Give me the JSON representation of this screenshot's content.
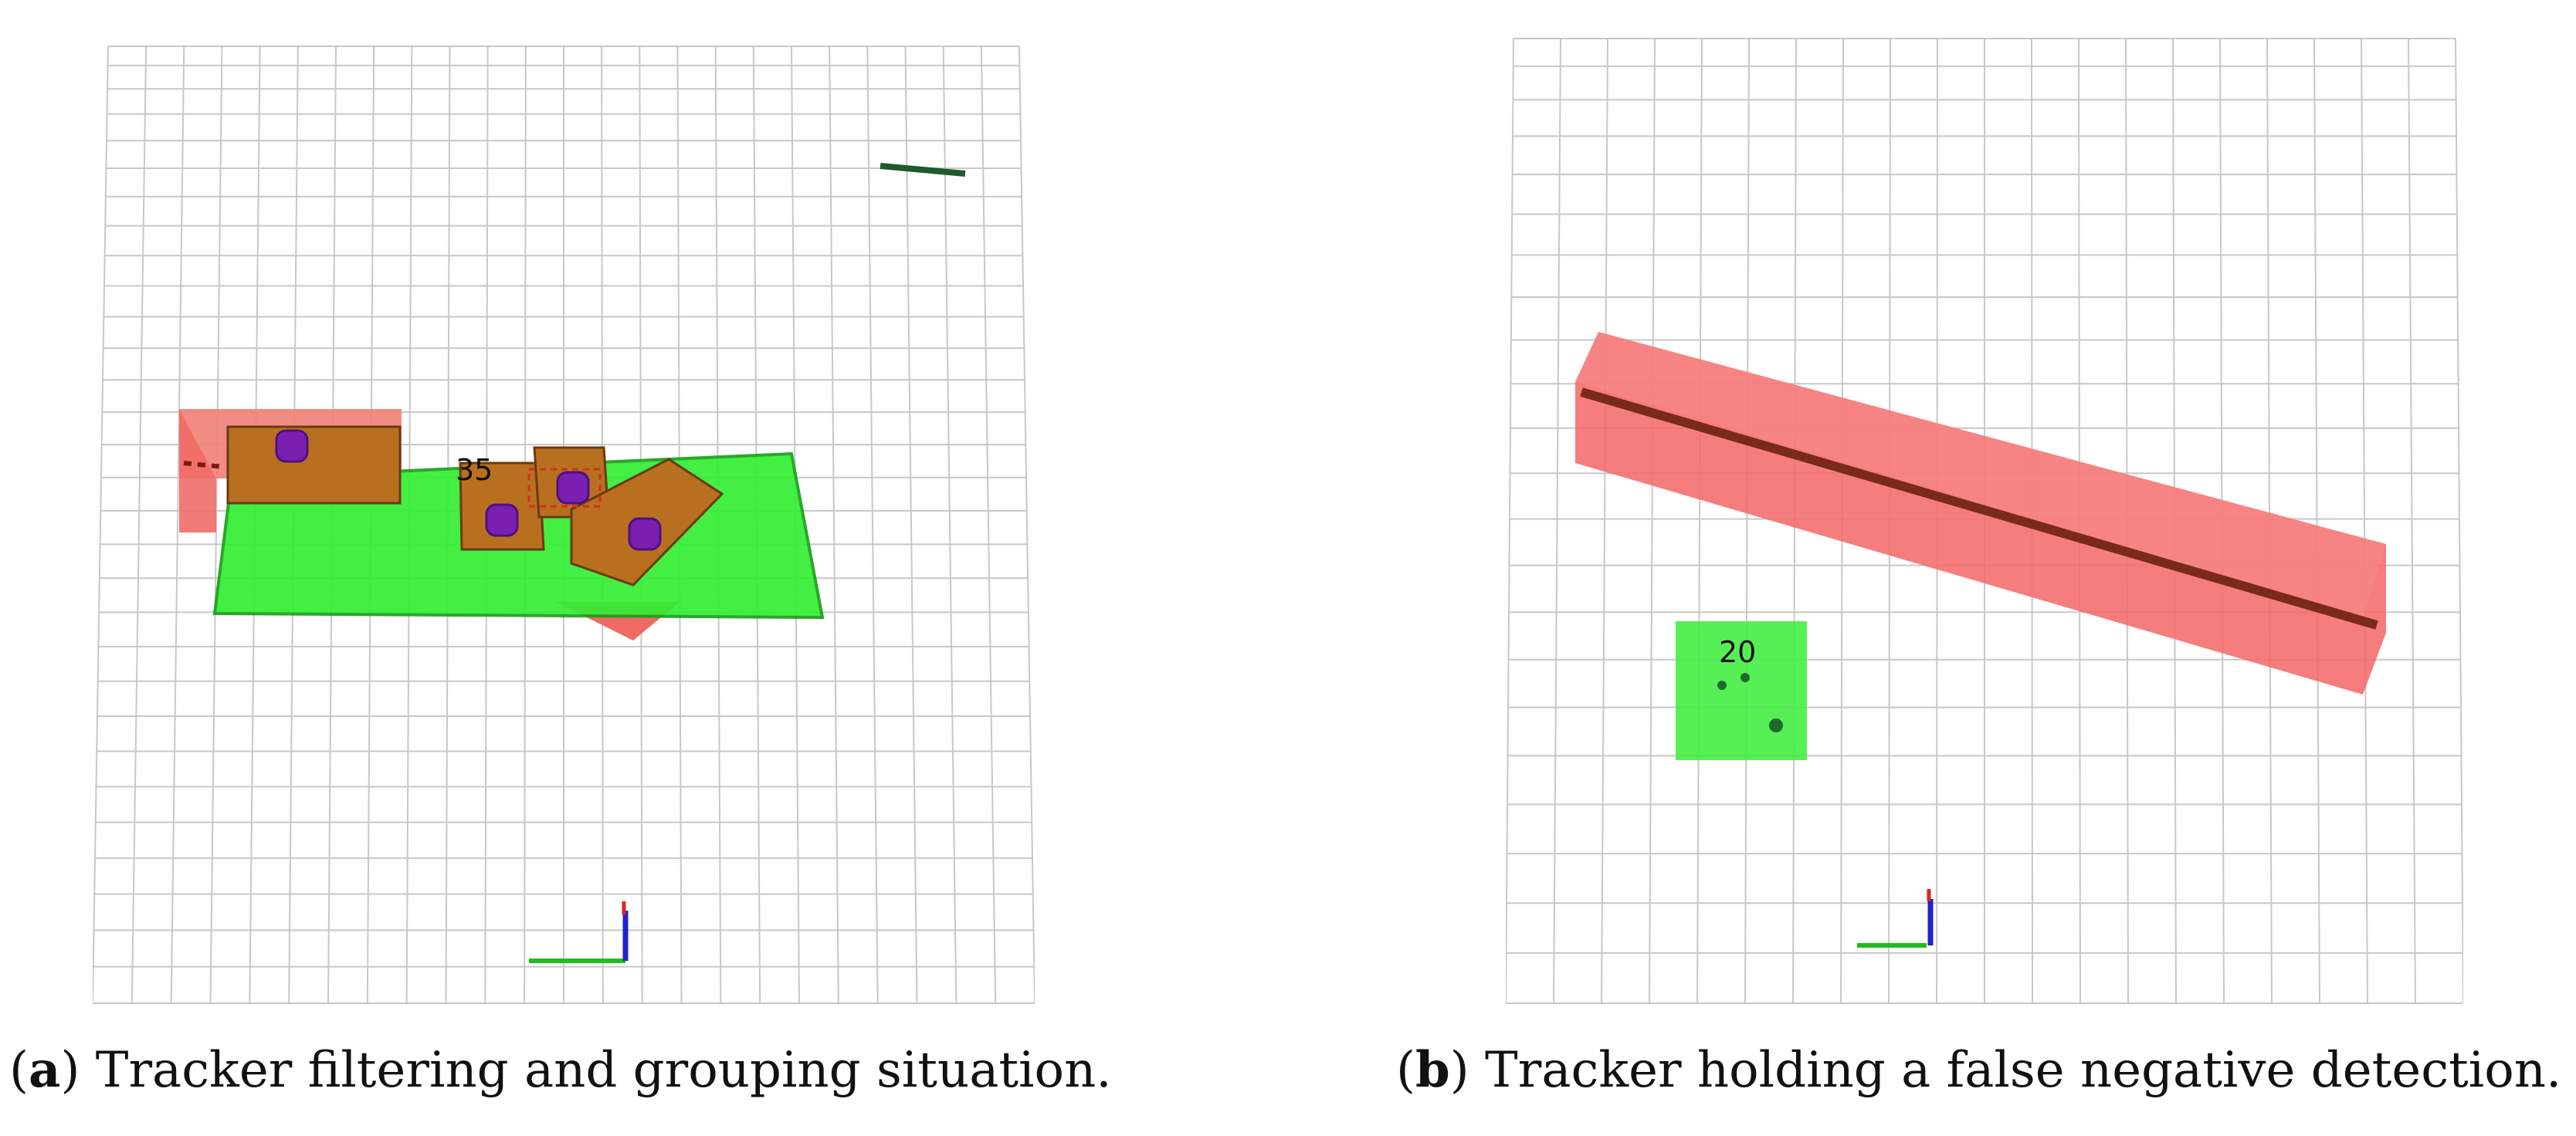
{
  "figure": {
    "panel_a": {
      "caption_open": "(",
      "caption_letter": "a",
      "caption_text": ") Tracker filtering and grouping situation.",
      "track_id": "35",
      "colors": {
        "grid": "#c8c8c8",
        "tracker_box": "#f08078",
        "group_box": "#33ee33",
        "object_box": "#b87020",
        "object_center": "#7a1fb0"
      }
    },
    "panel_b": {
      "caption_open": "(",
      "caption_letter": "b",
      "caption_text": ") Tracker holding a false negative detection.",
      "track_id": "20",
      "colors": {
        "grid": "#c8c8c8",
        "tracker_box": "#f56b6b",
        "detection_box": "#44ee44",
        "point_cloud": "#7a2a1a"
      }
    }
  }
}
